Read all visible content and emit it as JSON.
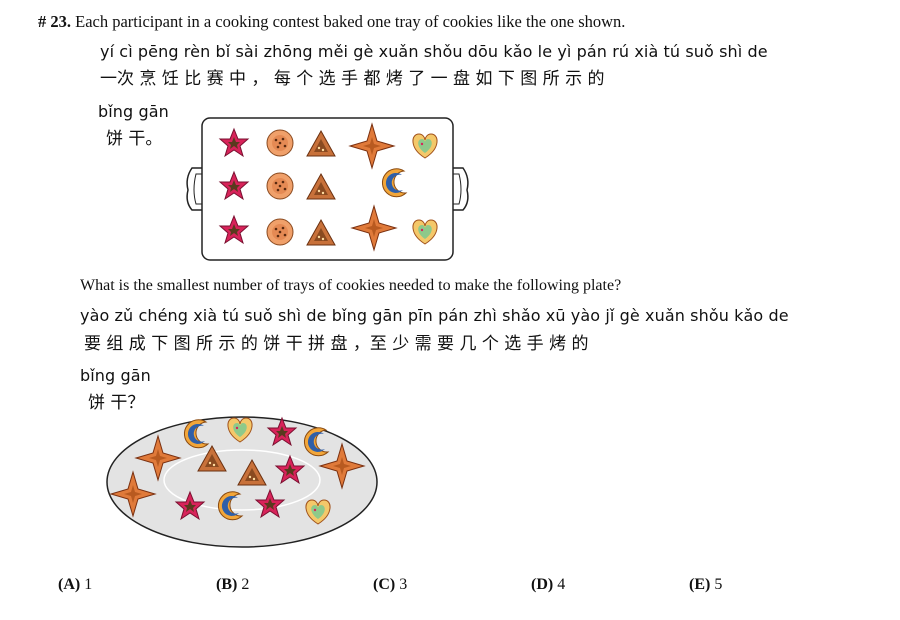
{
  "question": {
    "number": "# 23.",
    "text_en": "Each participant in a cooking contest baked one tray of cookies like the one shown.",
    "pinyin_line1": "yí  cì  pēng rèn  bǐ  sài  zhōng    měi  gè  xuǎn  shǒu  dōu  kǎo  le  yì  pán  rú  xià  tú  suǒ  shì  de",
    "hanzi_line1": "一次 烹  饪 比 赛   中  ，  每  个  选   手   都  烤 了 一 盘  如 下 图  所  示  的",
    "pinyin_line2": "bǐng gān",
    "hanzi_line2": "饼   干。",
    "prompt_en": "What is the smallest number of trays of cookies needed to make the following plate?",
    "pinyin_line3": "yào  zǔ  chéng  xià  tú  suǒ  shì  de  bǐng  gān  pīn  pán    zhì  shǎo  xū  yào   jǐ   gè  xuǎn  shǒu  kǎo  de",
    "hanzi_line3": "要  组   成   下 图  所  示  的  饼    干  拼   盘 ，至   少   需  要   几 个   选    手    烤   的",
    "pinyin_line4": "bǐng gān",
    "hanzi_line4": "饼   干？"
  },
  "choices": [
    {
      "label": "(A)",
      "value": "1"
    },
    {
      "label": "(B)",
      "value": "2"
    },
    {
      "label": "(C)",
      "value": "3"
    },
    {
      "label": "(D)",
      "value": "4"
    },
    {
      "label": "(E)",
      "value": "5"
    }
  ],
  "colors": {
    "star": "#d8235a",
    "star_inner": "#5a3a1e",
    "round_cookie": "#f0a06a",
    "triangle": "#c8713a",
    "four_point_star": "#e07a3a",
    "moon": "#f2a63a",
    "moon_inner": "#2f5fa8",
    "heart": "#f4c86a",
    "heart_inner": "#8ec98a",
    "tray": "#ffffff",
    "plate": "#e3e3e3"
  }
}
